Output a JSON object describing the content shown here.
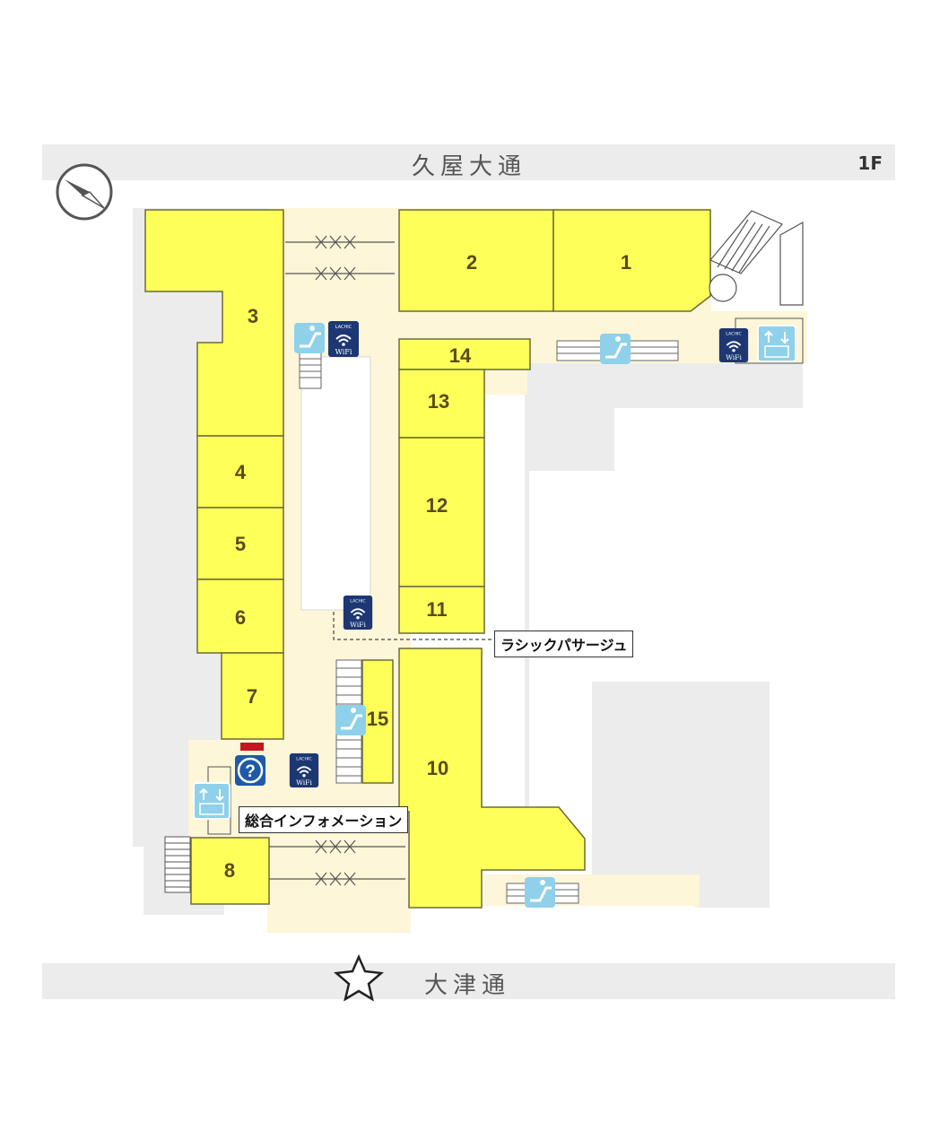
{
  "floor": "1F",
  "roads": {
    "north": "久屋大通",
    "south": "大津通"
  },
  "callouts": {
    "passage": "ラシックパサージュ",
    "information": "総合インフォメーション"
  },
  "wifi": {
    "brand": "LACHIC",
    "label": "WiFi"
  },
  "shops": [
    "1",
    "2",
    "3",
    "4",
    "5",
    "6",
    "7",
    "8",
    "10",
    "11",
    "12",
    "13",
    "14",
    "15"
  ],
  "icons": [
    "compass-icon",
    "star-icon",
    "escalator-icon",
    "elevator-icon",
    "wifi-icon",
    "information-icon",
    "stairs-icon",
    "door-icon"
  ],
  "colors": {
    "shop_fill": "#ffff5a",
    "shop_stroke": "#6b6b3a",
    "walkway": "#fdf6d8",
    "building": "#ececec",
    "road": "#ececec",
    "escalator_badge": "#8fd0ea",
    "wifi_badge": "#1d3773",
    "info_badge": "#1e5aa8"
  }
}
